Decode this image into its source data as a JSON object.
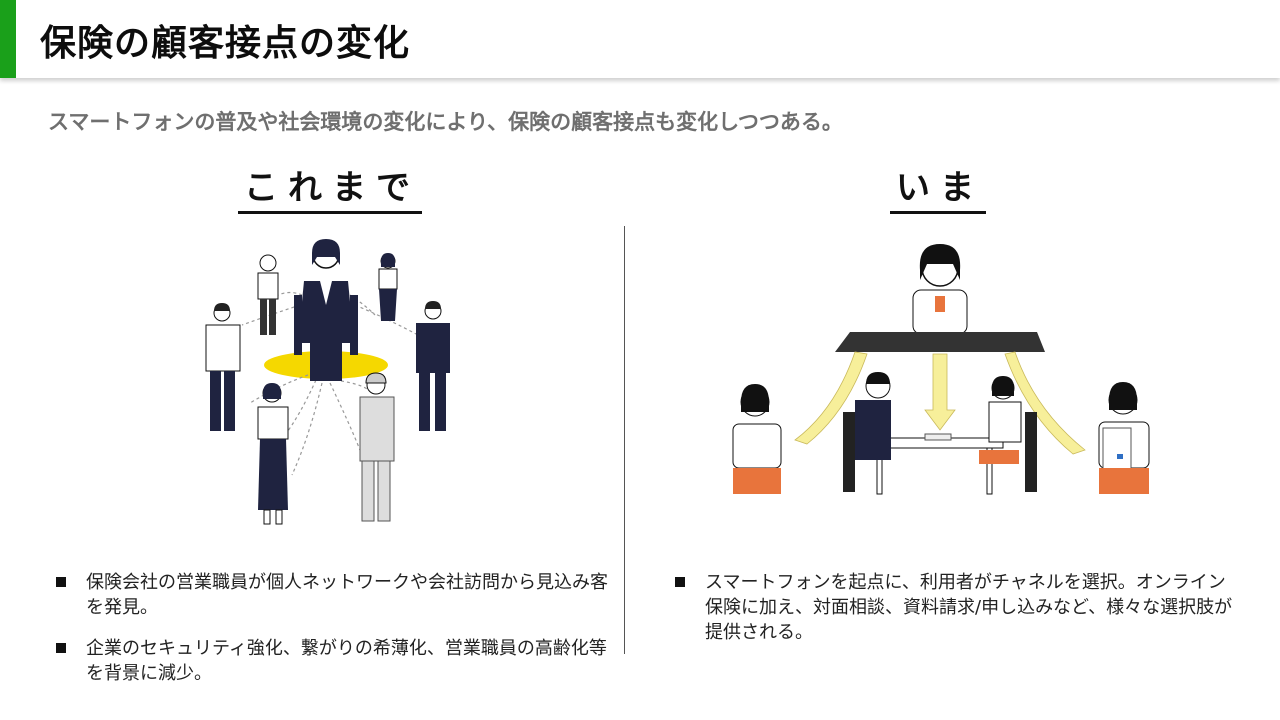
{
  "header": {
    "title": "保険の顧客接点の変化",
    "accent_color": "#1aa01a"
  },
  "subtitle": "スマートフォンの普及や社会環境の変化により、保険の顧客接点も変化しつつある。",
  "left": {
    "heading": "これまで",
    "bullets": [
      "保険会社の営業職員が個人ネットワークや会社訪問から見込み客を発見。",
      "企業のセキュリティ強化、繋がりの希薄化、営業職員の高齢化等を背景に減少。"
    ]
  },
  "right": {
    "heading": "いま",
    "bullets": [
      "スマートフォンを起点に、利用者がチャネルを選択。オンライン保険に加え、対面相談、資料請求/申し込みなど、様々な選択肢が提供される。"
    ]
  },
  "colors": {
    "highlight_yellow": "#f5d800",
    "arrow_yellow": "#f7ef9a",
    "navy": "#1f2340",
    "orange": "#e8743c"
  }
}
